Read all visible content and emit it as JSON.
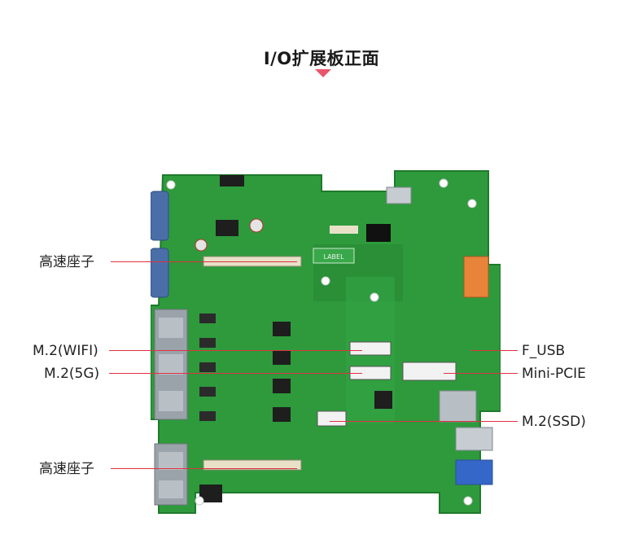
{
  "header": {
    "title": "I/O扩展板正面"
  },
  "labels": {
    "left_top": "高速座子",
    "left_wifi": "M.2(WIFI)",
    "left_5g": "M.2(5G)",
    "left_bottom": "高速座子",
    "right_usb": "F_USB",
    "right_pcie": "Mini-PCIE",
    "right_ssd": "M.2(SSD)"
  },
  "board": {
    "panel_label": "LABEL"
  },
  "colors": {
    "accent": "#e8566b",
    "board_green": "#2e9a3c",
    "leader_line": "#e03040"
  }
}
